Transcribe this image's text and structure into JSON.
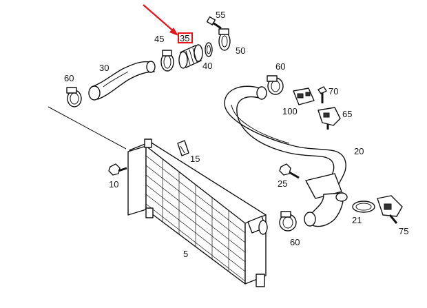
{
  "diagram": {
    "highlighted_part": "35",
    "highlight_color": "#e8141b",
    "line_color": "#111111",
    "background": "#ffffff",
    "labels": {
      "p55": "55",
      "p45": "45",
      "p35": "35",
      "p50": "50",
      "p40": "40",
      "p30": "30",
      "p60a": "60",
      "p60b": "60",
      "p60c": "60",
      "p70": "70",
      "p100": "100",
      "p65": "65",
      "p15": "15",
      "p10": "10",
      "p20": "20",
      "p25": "25",
      "p21": "21",
      "p75": "75",
      "p5": "5"
    }
  }
}
